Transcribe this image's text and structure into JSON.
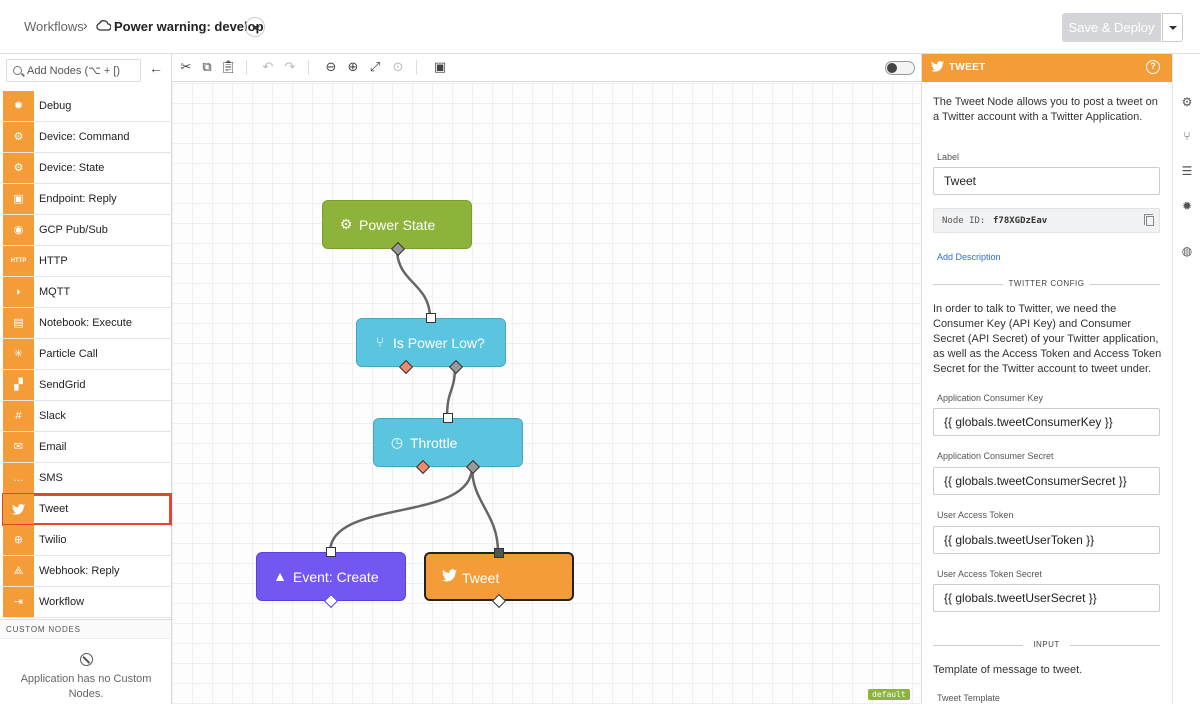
{
  "header": {
    "breadcrumb_root": "Workflows",
    "breadcrumb_sep": "›",
    "workflow_title": "Power warning: develop",
    "deploy_label": "Save & Deploy"
  },
  "palette": {
    "search_placeholder": "Add Nodes (⌥ + [)",
    "nodes": [
      {
        "label": "Debug",
        "icon": "bug-icon"
      },
      {
        "label": "Device: Command",
        "icon": "chip-icon"
      },
      {
        "label": "Device: State",
        "icon": "chip-icon"
      },
      {
        "label": "Endpoint: Reply",
        "icon": "reply-icon"
      },
      {
        "label": "GCP Pub/Sub",
        "icon": "gcp-icon"
      },
      {
        "label": "HTTP",
        "icon": "http-icon"
      },
      {
        "label": "MQTT",
        "icon": "rss-icon"
      },
      {
        "label": "Notebook: Execute",
        "icon": "notebook-icon"
      },
      {
        "label": "Particle Call",
        "icon": "particle-icon"
      },
      {
        "label": "SendGrid",
        "icon": "sendgrid-icon"
      },
      {
        "label": "Slack",
        "icon": "slack-icon"
      },
      {
        "label": "Email",
        "icon": "mail-icon"
      },
      {
        "label": "SMS",
        "icon": "chat-icon"
      },
      {
        "label": "Tweet",
        "icon": "twitter-icon"
      },
      {
        "label": "Twilio",
        "icon": "twilio-icon"
      },
      {
        "label": "Webhook: Reply",
        "icon": "webhook-icon"
      },
      {
        "label": "Workflow",
        "icon": "workflow-icon"
      }
    ],
    "selected": "Tweet",
    "custom_header": "CUSTOM NODES",
    "no_custom_text": "Application has no Custom Nodes."
  },
  "canvas": {
    "nodes": [
      {
        "label": "Power State",
        "color": "#8db33a",
        "icon": "chip-icon"
      },
      {
        "label": "Is Power Low?",
        "color": "#5bc5e0",
        "icon": "branch-icon"
      },
      {
        "label": "Throttle",
        "color": "#5bc5e0",
        "icon": "throttle-icon"
      },
      {
        "label": "Event: Create",
        "color": "#7357f0",
        "icon": "alert-icon"
      },
      {
        "label": "Tweet",
        "color": "#f39c38",
        "icon": "twitter-icon"
      }
    ],
    "default_badge": "default"
  },
  "panel": {
    "title": "TWEET",
    "help": "?",
    "intro": "The Tweet Node allows you to post a tweet on a Twitter account with a Twitter Application.",
    "label_label": "Label",
    "label_value": "Tweet",
    "node_id_label": "Node ID:",
    "node_id_value": "f78XGDzEav",
    "add_description": "Add Description",
    "twitter_config_header": "TWITTER CONFIG",
    "twitter_config_text": "In order to talk to Twitter, we need the Consumer Key (API Key) and Consumer Secret (API Secret) of your Twitter application, as well as the Access Token and Access Token Secret for the Twitter account to tweet under.",
    "consumer_key_label": "Application Consumer Key",
    "consumer_key_value": "{{ globals.tweetConsumerKey }}",
    "consumer_secret_label": "Application Consumer Secret",
    "consumer_secret_value": "{{ globals.tweetConsumerSecret }}",
    "access_token_label": "User Access Token",
    "access_token_value": "{{ globals.tweetUserToken }}",
    "access_token_secret_label": "User Access Token Secret",
    "access_token_secret_value": "{{ globals.tweetUserSecret }}",
    "input_header": "INPUT",
    "input_text": "Template of message to tweet.",
    "tweet_template_label": "Tweet Template"
  },
  "rail": {
    "icons": [
      "gear-icon",
      "branch-icon",
      "database-icon",
      "bug-icon",
      "globe-icon"
    ]
  }
}
